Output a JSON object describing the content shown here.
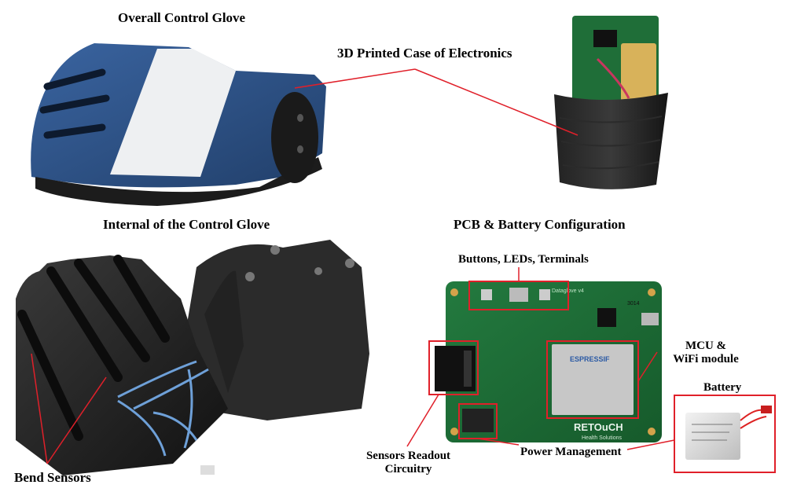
{
  "labels": {
    "overall_glove": "Overall Control Glove",
    "case": "3D Printed Case of Electronics",
    "internal_glove": "Internal of the Control Glove",
    "pcb_battery": "PCB & Battery Configuration",
    "buttons": "Buttons, LEDs, Terminals",
    "mcu_line1": "MCU &",
    "mcu_line2": "WiFi module",
    "battery": "Battery",
    "bend_sensors": "Bend Sensors",
    "sensors_line1": "Sensors Readout",
    "sensors_line2": "Circuitry",
    "power": "Power Management"
  },
  "board_text": {
    "brand": "RETOuCH",
    "brand_sub": "Health Solutions",
    "module": "ESPRESSIF",
    "board_name": "Dataglove v4",
    "chip": "3014"
  },
  "colors": {
    "annotation_red": "#e0202a",
    "glove_blue": "#2f5689",
    "pcb_green": "#1d6a35",
    "case_black": "#1a1a1a"
  }
}
